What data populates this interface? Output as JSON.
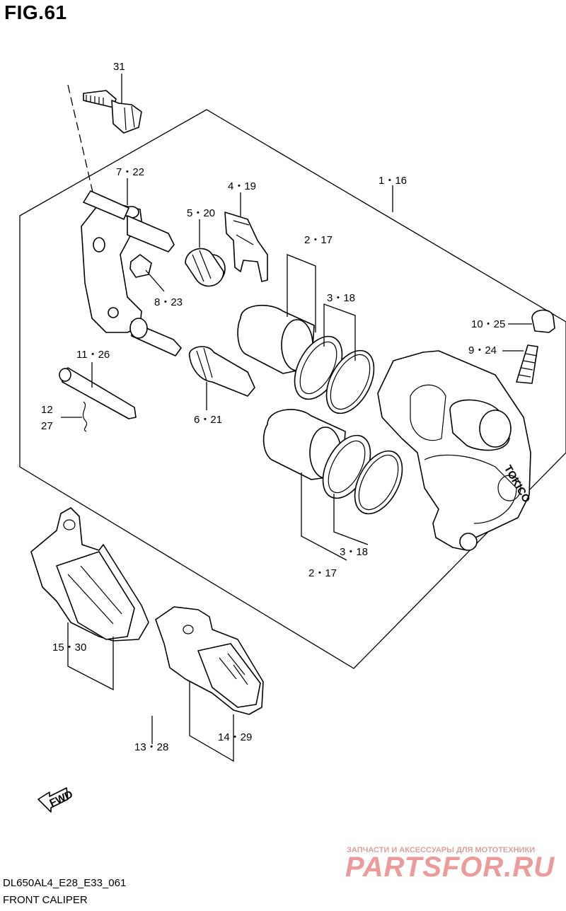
{
  "figure": {
    "title": "FIG.61",
    "model_code": "DL650AL4_E28_E33_061",
    "caption": "FRONT CALIPER"
  },
  "callouts": [
    {
      "id": "31",
      "text": "31"
    },
    {
      "id": "7-22",
      "text": "7・22"
    },
    {
      "id": "4-19",
      "text": "4・19"
    },
    {
      "id": "5-20",
      "text": "5・20"
    },
    {
      "id": "1-16",
      "text": "1・16"
    },
    {
      "id": "2-17-top",
      "text": "2・17"
    },
    {
      "id": "3-18-top",
      "text": "3・18"
    },
    {
      "id": "8-23",
      "text": "8・23"
    },
    {
      "id": "10-25",
      "text": "10・25"
    },
    {
      "id": "9-24",
      "text": "9・24"
    },
    {
      "id": "11-26",
      "text": "11・26"
    },
    {
      "id": "12",
      "text": "12"
    },
    {
      "id": "27",
      "text": "27"
    },
    {
      "id": "6-21",
      "text": "6・21"
    },
    {
      "id": "3-18-bottom",
      "text": "3・18"
    },
    {
      "id": "2-17-bottom",
      "text": "2・17"
    },
    {
      "id": "15-30",
      "text": "15・30"
    },
    {
      "id": "14-29",
      "text": "14・29"
    },
    {
      "id": "13-28",
      "text": "13・28"
    }
  ],
  "parts_text": {
    "caliper_brand": "TOKICO",
    "fwd_arrow": "FWD"
  },
  "watermark": {
    "tagline": "ЗАПЧАСТИ И АКСЕССУАРЫ ДЛЯ МОТОТЕХНИКИ",
    "logo": "PARTSFOR.RU"
  }
}
